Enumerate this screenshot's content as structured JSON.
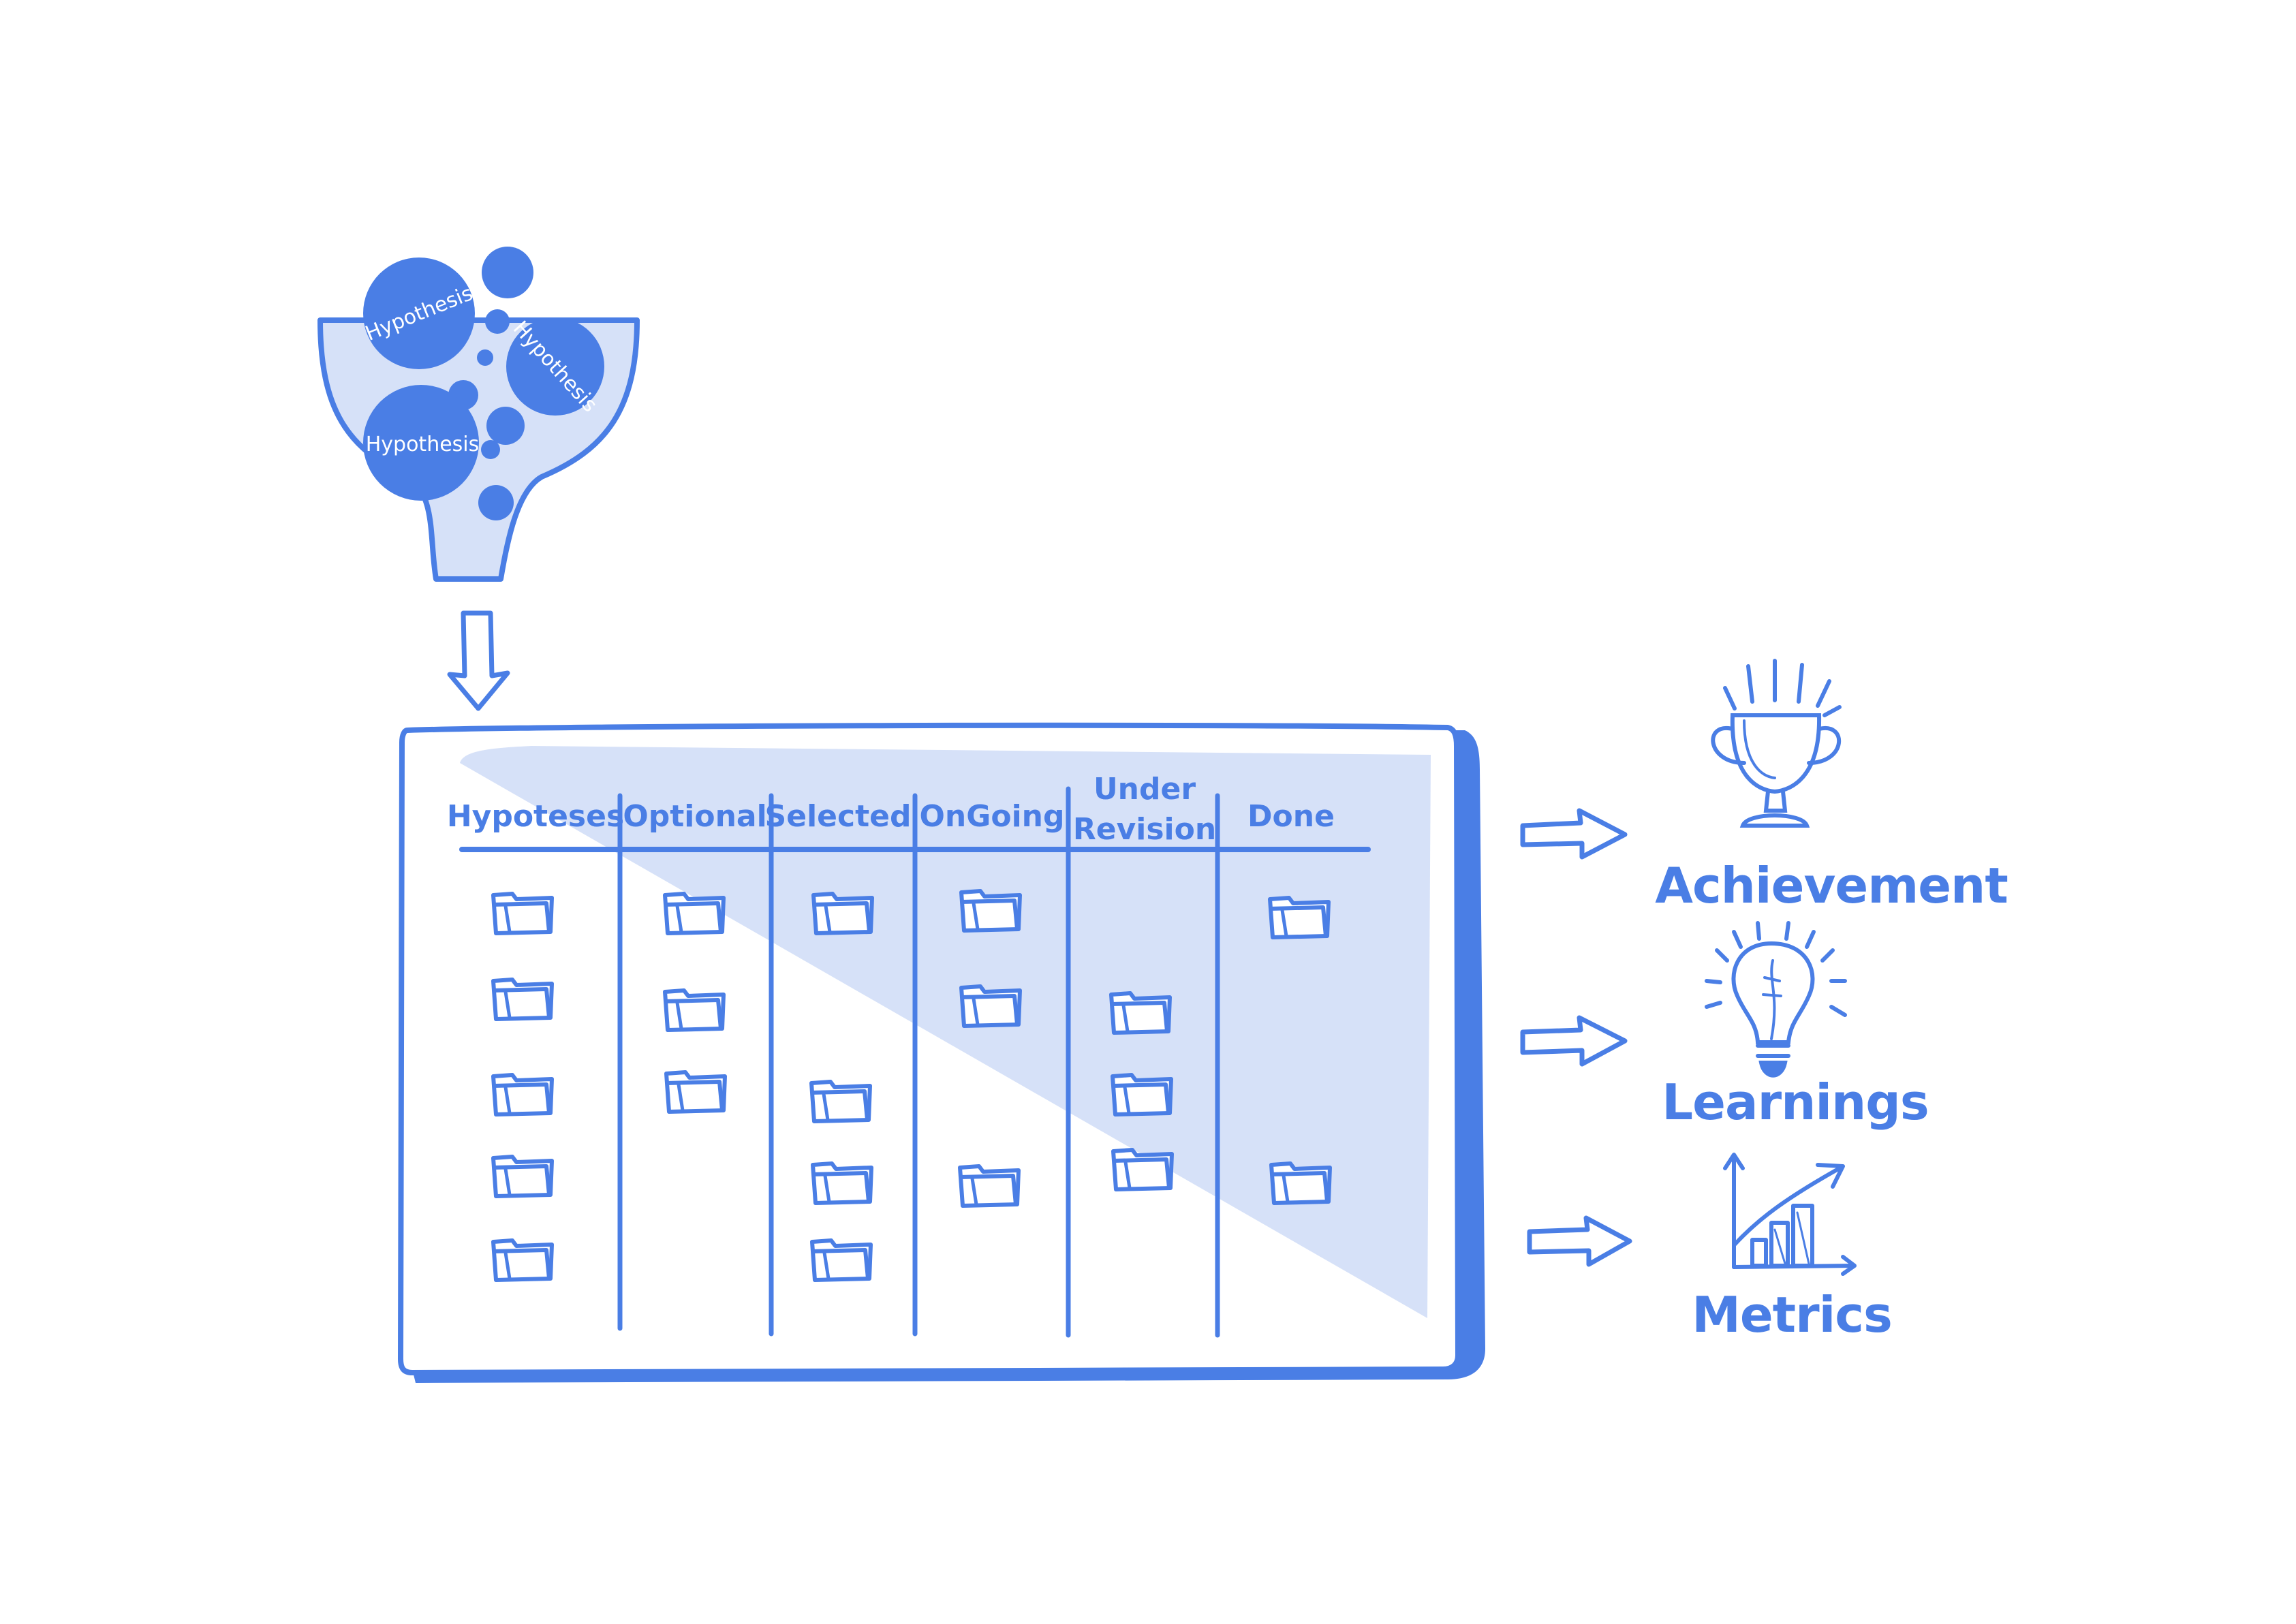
{
  "colors": {
    "primary": "#4a7ee5",
    "fill_light": "#d6e1f8",
    "background": "#ffffff"
  },
  "funnel": {
    "bubbles": [
      {
        "label": "Hypothesis"
      },
      {
        "label": "Hypothesis"
      },
      {
        "label": "Hypothesis"
      }
    ]
  },
  "board": {
    "columns": [
      {
        "label_lines": [
          "Hypoteses"
        ],
        "cards": 5
      },
      {
        "label_lines": [
          "Optional"
        ],
        "cards": 3
      },
      {
        "label_lines": [
          "Selected"
        ],
        "cards": 4
      },
      {
        "label_lines": [
          "OnGoing"
        ],
        "cards": 3
      },
      {
        "label_lines": [
          "Under",
          "Revision"
        ],
        "cards": 3
      },
      {
        "label_lines": [
          "Done"
        ],
        "cards": 2
      }
    ]
  },
  "outcomes": [
    {
      "label": "Achievement",
      "icon": "trophy-icon"
    },
    {
      "label": "Learnings",
      "icon": "lightbulb-icon"
    },
    {
      "label": "Metrics",
      "icon": "growth-chart-icon"
    }
  ]
}
